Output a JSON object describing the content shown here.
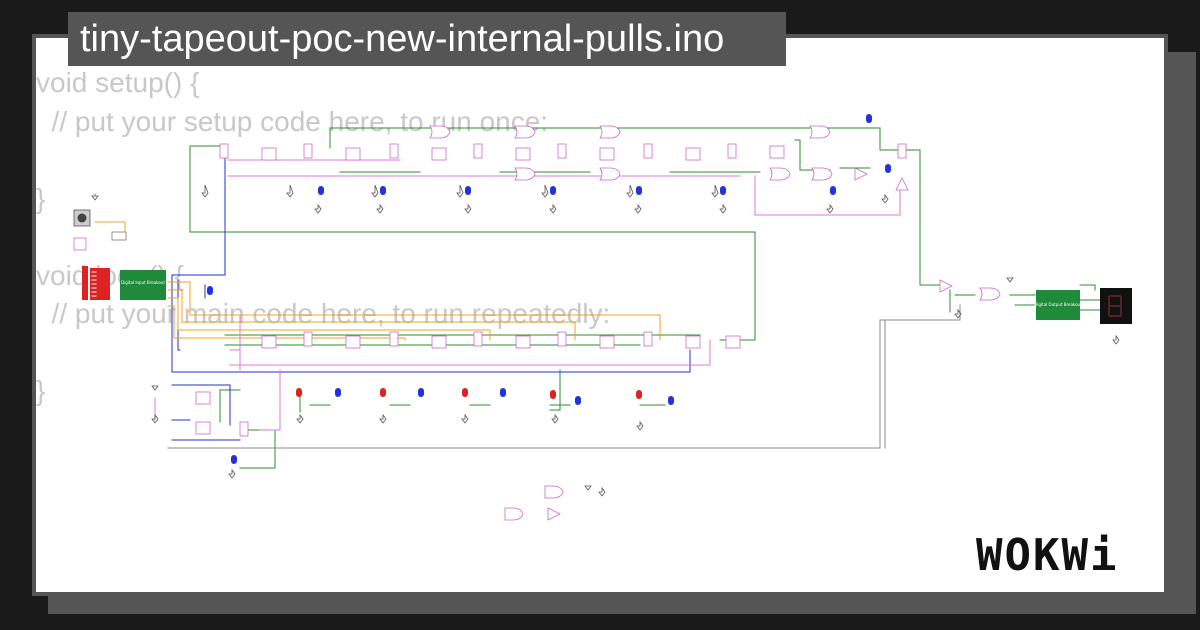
{
  "title": "tiny-tapeout-poc-new-internal-pulls.ino",
  "code_lines": [
    "void setup() {",
    "  // put your setup code here, to run once:",
    "",
    "}",
    "",
    "void loop() {",
    "  // put your main code here, to run repeatedly:",
    "",
    "}"
  ],
  "chips": {
    "input": "Digital Input Breakout",
    "output": "Digital Output Breakout"
  },
  "logo": "WOKWi",
  "colors": {
    "wire_green": "#2e8b2e",
    "wire_blue": "#2233cc",
    "wire_pink": "#dd77dd",
    "wire_orange": "#f0a020",
    "wire_gray": "#888888",
    "chip_green": "#1f8a3a",
    "led_blue": "#2233dd",
    "led_red": "#dd2222"
  }
}
